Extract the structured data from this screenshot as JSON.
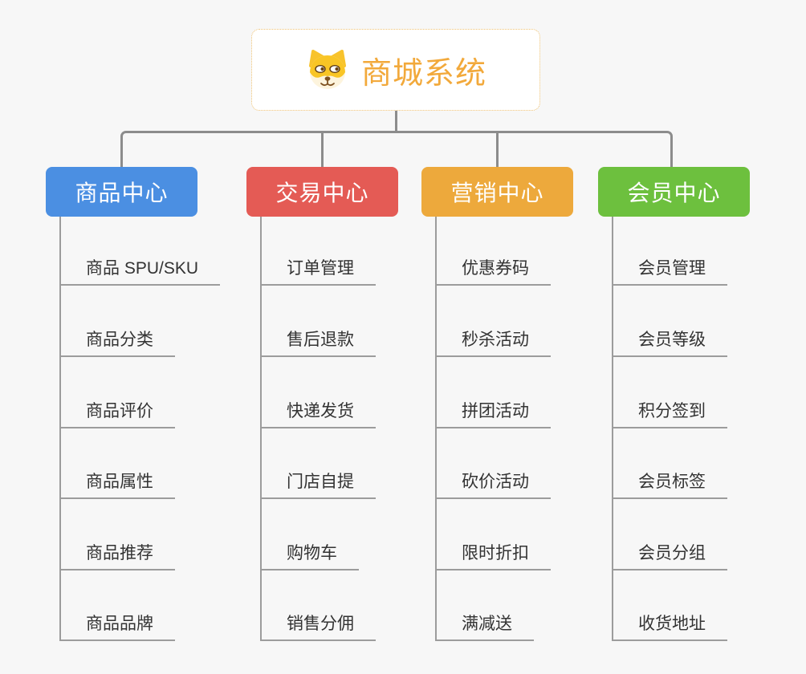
{
  "root": {
    "title": "商城系统",
    "icon": "shiba-dog-icon",
    "title_color": "#f2a93b",
    "border_color": "#eec172"
  },
  "connector_color": "#8c8c8c",
  "background_color": "#f7f7f7",
  "branches": [
    {
      "label": "商品中心",
      "color": "#4b8fe2",
      "children": [
        "商品 SPU/SKU",
        "商品分类",
        "商品评价",
        "商品属性",
        "商品推荐",
        "商品品牌"
      ]
    },
    {
      "label": "交易中心",
      "color": "#e45b55",
      "children": [
        "订单管理",
        "售后退款",
        "快递发货",
        "门店自提",
        "购物车",
        "销售分佣"
      ]
    },
    {
      "label": "营销中心",
      "color": "#eda93c",
      "children": [
        "优惠券码",
        "秒杀活动",
        "拼团活动",
        "砍价活动",
        "限时折扣",
        "满减送"
      ]
    },
    {
      "label": "会员中心",
      "color": "#6dc03e",
      "children": [
        "会员管理",
        "会员等级",
        "积分签到",
        "会员标签",
        "会员分组",
        "收货地址"
      ]
    }
  ]
}
